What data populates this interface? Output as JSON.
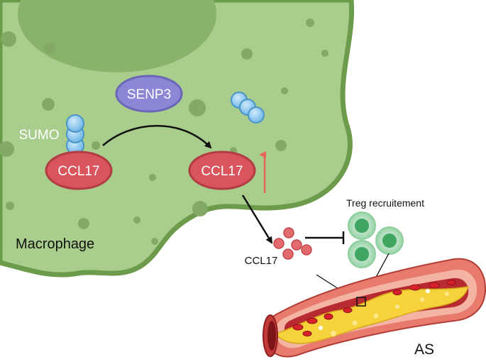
{
  "labels": {
    "sumo": "SUMO",
    "senp3": "SENP3",
    "ccl17_left": "CCL17",
    "ccl17_right": "CCL17",
    "ccl17_secreted": "CCL17",
    "macrophage": "Macrophage",
    "treg_recruitment": "Treg recruitement",
    "as": "AS"
  },
  "colors": {
    "cell_fill": "#a8cd8c",
    "cell_border": "#6b9b4b",
    "nucleus": "#8ab46c",
    "senp3": "#8c86d6",
    "ccl17": "#d9545c",
    "sumo": "#7cc0ec",
    "up_arrow": "#e8655a",
    "treg": "#3fa561",
    "vessel": "#c23a3a",
    "plaque": "#f6d23c"
  }
}
